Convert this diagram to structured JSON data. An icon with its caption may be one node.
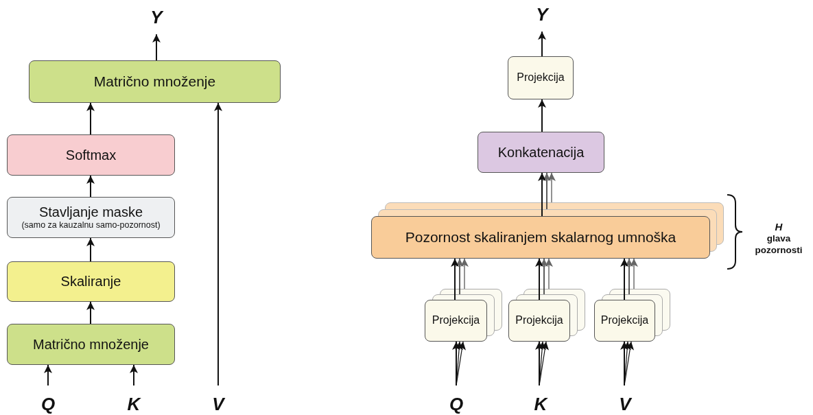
{
  "diagram": {
    "nodes": [
      {
        "text": [
          "Y"
        ]
      },
      {
        "text": [
          "Matrično množenje"
        ]
      },
      {
        "text": [
          "Softmax"
        ]
      },
      {
        "text": [
          "Stavljanje maske",
          "(samo za kauzalnu samo-pozornost)"
        ]
      },
      {
        "text": [
          "Skaliranje"
        ]
      },
      {
        "text": [
          "Matrično množenje"
        ]
      },
      {
        "text": [
          "Q"
        ]
      },
      {
        "text": [
          "K"
        ]
      },
      {
        "text": [
          "V"
        ]
      },
      {
        "text": [
          "Y"
        ]
      },
      {
        "text": [
          "Projekcija"
        ]
      },
      {
        "text": [
          "Konkatenacija"
        ]
      },
      {
        "text": [
          "Pozornost skaliranjem skalarnog umnoška"
        ]
      },
      {
        "text": [
          "Projekcija"
        ]
      },
      {
        "text": [
          "Projekcija"
        ]
      },
      {
        "text": [
          "Projekcija"
        ]
      },
      {
        "text": [
          "Q"
        ]
      },
      {
        "text": [
          "K"
        ]
      },
      {
        "text": [
          "V"
        ]
      }
    ],
    "edges": [
      {
        "from": 1,
        "to": 0,
        "arrow": "to"
      },
      {
        "from": 2,
        "to": 1,
        "arrow": "to"
      },
      {
        "from": 3,
        "to": 2,
        "arrow": "to"
      },
      {
        "from": 4,
        "to": 3,
        "arrow": "to"
      },
      {
        "from": 5,
        "to": 4,
        "arrow": "to"
      },
      {
        "from": 6,
        "to": 5,
        "arrow": "to"
      },
      {
        "from": 7,
        "to": 5,
        "arrow": "to"
      },
      {
        "from": 8,
        "to": 1,
        "arrow": "to"
      },
      {
        "from": 10,
        "to": 9,
        "arrow": "to"
      },
      {
        "from": 11,
        "to": 10,
        "arrow": "to"
      },
      {
        "from": 12,
        "to": 11,
        "arrow": "to"
      },
      {
        "from": 13,
        "to": 12,
        "arrow": "to"
      },
      {
        "from": 14,
        "to": 12,
        "arrow": "to"
      },
      {
        "from": 15,
        "to": 12,
        "arrow": "to"
      },
      {
        "from": 16,
        "to": 13,
        "arrow": "to"
      },
      {
        "from": 17,
        "to": 14,
        "arrow": "to"
      },
      {
        "from": 18,
        "to": 15,
        "arrow": "to"
      }
    ],
    "labels": [
      "H",
      "glava pozornosti"
    ]
  }
}
